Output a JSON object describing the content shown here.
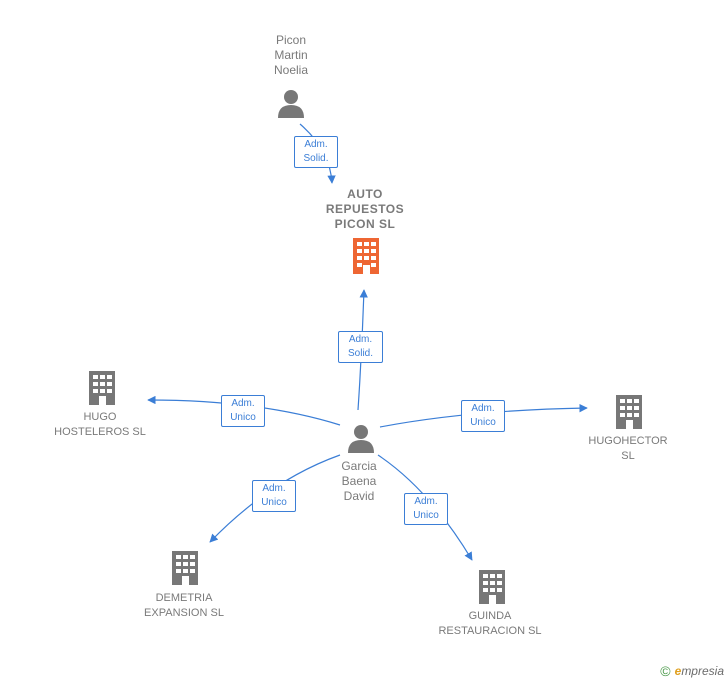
{
  "colors": {
    "edge": "#3b7ed6",
    "person": "#777777",
    "company": "#777777",
    "main_company": "#ee6633",
    "label": "#7a7a7a"
  },
  "nodes": {
    "picon": {
      "label": "Picon\nMartin\nNoelia",
      "type": "person"
    },
    "auto": {
      "label": "AUTO\nREPUESTOS\nPICON  SL",
      "type": "main-company"
    },
    "garcia": {
      "label": "Garcia\nBaena\nDavid",
      "type": "person"
    },
    "hugo": {
      "label": "HUGO\nHOSTELEROS SL",
      "type": "company"
    },
    "hugohector": {
      "label": "HUGOHECTOR\nSL",
      "type": "company"
    },
    "demetria": {
      "label": "DEMETRIA\nEXPANSION  SL",
      "type": "company"
    },
    "guinda": {
      "label": "GUINDA\nRESTAURACION SL",
      "type": "company"
    }
  },
  "edges": {
    "picon_auto": "Adm.\nSolid.",
    "garcia_auto": "Adm.\nSolid.",
    "garcia_hugo": "Adm.\nUnico",
    "garcia_hugohector": "Adm.\nUnico",
    "garcia_demetria": "Adm.\nUnico",
    "garcia_guinda": "Adm.\nUnico"
  },
  "footer": {
    "copyright_symbol": "©",
    "brand_initial": "e",
    "brand_rest": "mpresia"
  }
}
